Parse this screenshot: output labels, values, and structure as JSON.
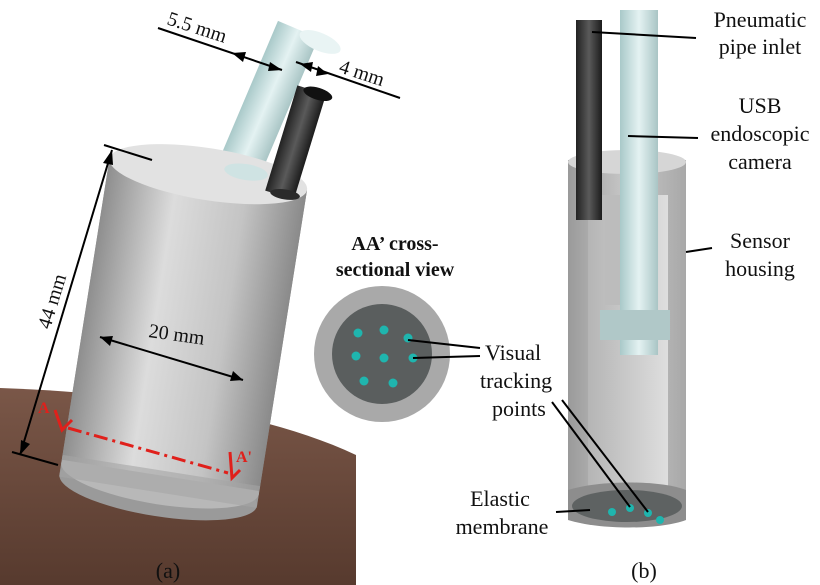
{
  "panel_a": {
    "caption": "(a)",
    "dim_pipe_diameter": "5.5 mm",
    "dim_pipe_small": "4 mm",
    "dim_height": "44 mm",
    "dim_diameter": "20 mm",
    "section_mark_left": "A",
    "section_mark_right": "A'",
    "cross_section_title_line1": "AA’ cross-",
    "cross_section_title_line2": "sectional view",
    "tracking_points_count": 8
  },
  "panel_b": {
    "caption": "(b)",
    "labels": {
      "pneumatic_line1": "Pneumatic",
      "pneumatic_line2": "pipe inlet",
      "usb_line1": "USB",
      "usb_line2": "endoscopic",
      "usb_line3": "camera",
      "housing_line1": "Sensor",
      "housing_line2": "housing",
      "visual_line1": "Visual",
      "visual_line2": "tracking",
      "visual_line3": "points",
      "membrane_line1": "Elastic",
      "membrane_line2": "membrane"
    }
  },
  "colors": {
    "housing": "#c8c8c8",
    "tube_light": "#cfe3e3",
    "tube_dark": "#3a3a3a",
    "ground": "#6b4a3c",
    "marker": "#1fb5ae",
    "section_line": "#e0201b"
  }
}
